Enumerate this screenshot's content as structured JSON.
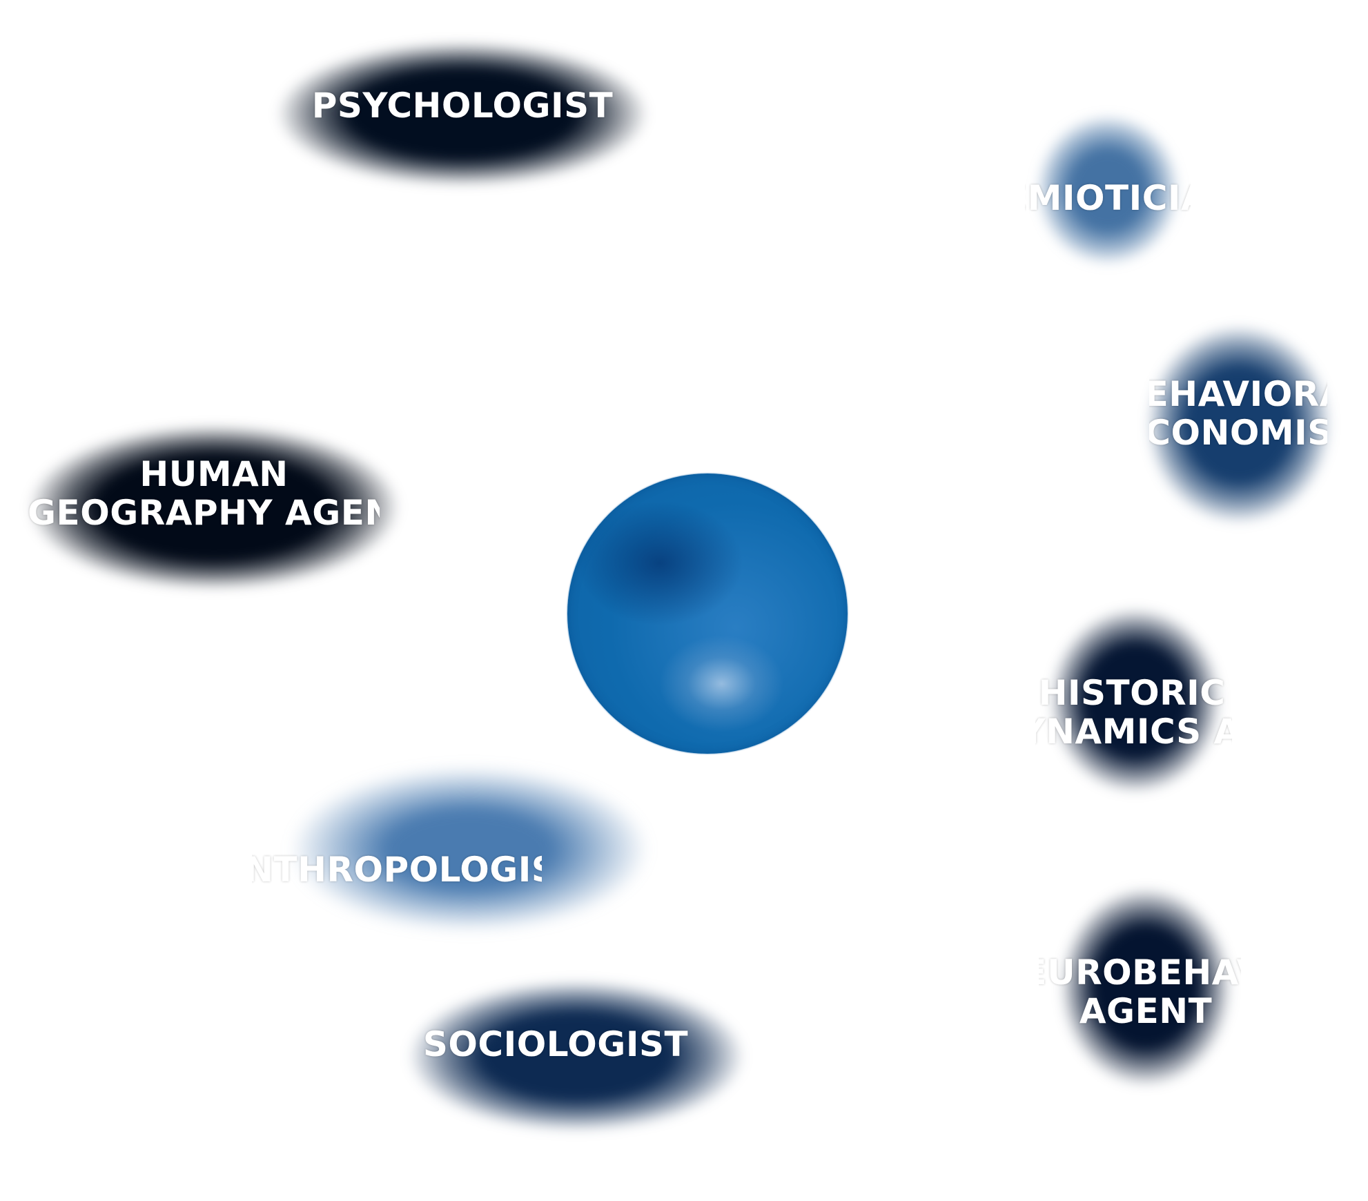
{
  "diagram": {
    "hub": {
      "name": "central-hub",
      "label": ""
    },
    "agents": [
      {
        "id": "psychologist",
        "lines": [
          "PSYCHOLOGIST",
          ""
        ],
        "color": "#020e20"
      },
      {
        "id": "semiotician",
        "lines": [
          "SEMIOTICIAN",
          ""
        ],
        "color": "#4472a3"
      },
      {
        "id": "behavioral-economist",
        "lines": [
          "BEHAVIORAL",
          "ECONOMIST"
        ],
        "color": "#163e6e"
      },
      {
        "id": "human-geography-agent",
        "lines": [
          "HUMAN",
          "GEOGRAPHY AGENT"
        ],
        "color": "#020a18"
      },
      {
        "id": "historic-dynamics-agent",
        "lines": [
          "HISTORIC",
          "DYNAMICS AGENT"
        ],
        "color": "#051633"
      },
      {
        "id": "anthropologist",
        "lines": [
          "ANTHROPOLOGIST",
          ""
        ],
        "color": "#4a7bb0"
      },
      {
        "id": "neurobehavior-agent",
        "lines": [
          "NEUROBEHAVIOR",
          "AGENT"
        ],
        "color": "#041430"
      },
      {
        "id": "sociologist",
        "lines": [
          "SOCIOLOGIST",
          ""
        ],
        "color": "#0d2a52"
      }
    ]
  }
}
